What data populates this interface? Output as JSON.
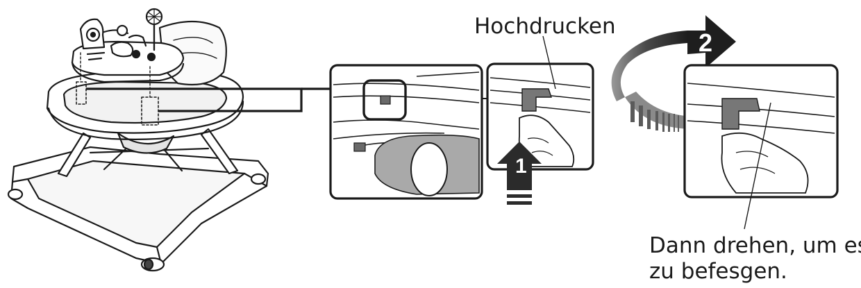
{
  "labels": {
    "press_up": "Hochdrucken",
    "turn_line1": "Dann drehen, um es",
    "turn_line2": "zu befesgen."
  },
  "steps": {
    "one": "1",
    "two": "2"
  },
  "colors": {
    "ink": "#1a1a1a",
    "arrow_dark": "#2b2b2b",
    "arrow_mid": "#6a6a6a",
    "ring_fill": "#a9a9a9"
  }
}
